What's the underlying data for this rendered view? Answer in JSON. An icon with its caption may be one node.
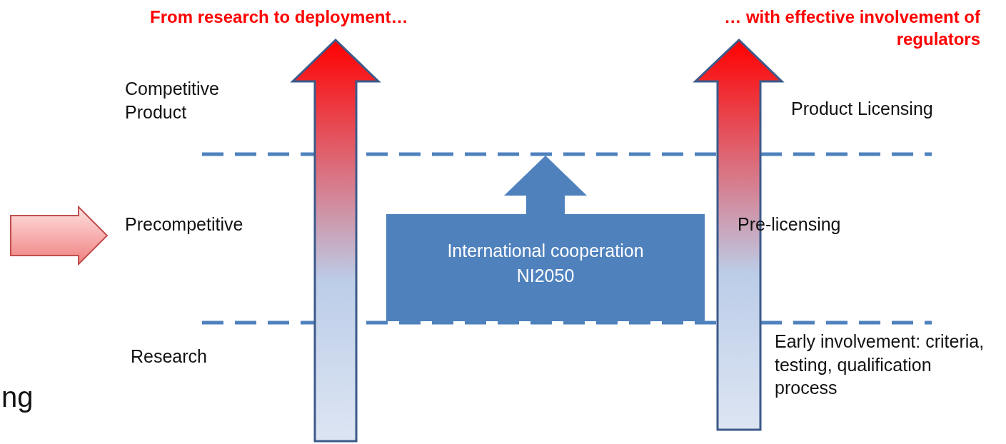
{
  "diagram": {
    "nodes": [
      {
        "text": [
          "International cooperation NI2050"
        ]
      }
    ],
    "labels": [
      "From research to deployment…",
      "… with effective involvement of regulators",
      "Competitive Product",
      "Product Licensing",
      "Precompetitive",
      "Pre-licensing",
      "Research",
      "Early involvement: criteria, testing, qualification process",
      "ng"
    ]
  }
}
